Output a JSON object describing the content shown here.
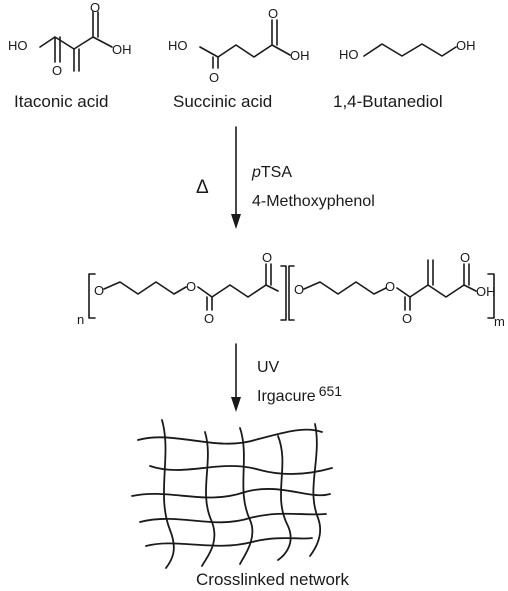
{
  "monomers": [
    {
      "name": "Itaconic acid",
      "left_group": "HO",
      "right_group": "OH",
      "oxygen_label": "O"
    },
    {
      "name": "Succinic acid",
      "left_group": "HO",
      "right_group": "OH",
      "oxygen_label": "O"
    },
    {
      "name": "1,4-Butanediol",
      "left_group": "HO",
      "right_group": "OH"
    }
  ],
  "step1": {
    "heat_symbol": "Δ",
    "catalyst_prefix": "p",
    "catalyst": "TSA",
    "inhibitor": "4-Methoxyphenol"
  },
  "polymer": {
    "repeat_n": "n",
    "repeat_m": "m",
    "oxygen_label": "O",
    "end_group": "OH"
  },
  "step2": {
    "stimulus": "UV",
    "initiator": "Irgacure",
    "initiator_number": "651"
  },
  "product": {
    "name": "Crosslinked network"
  }
}
